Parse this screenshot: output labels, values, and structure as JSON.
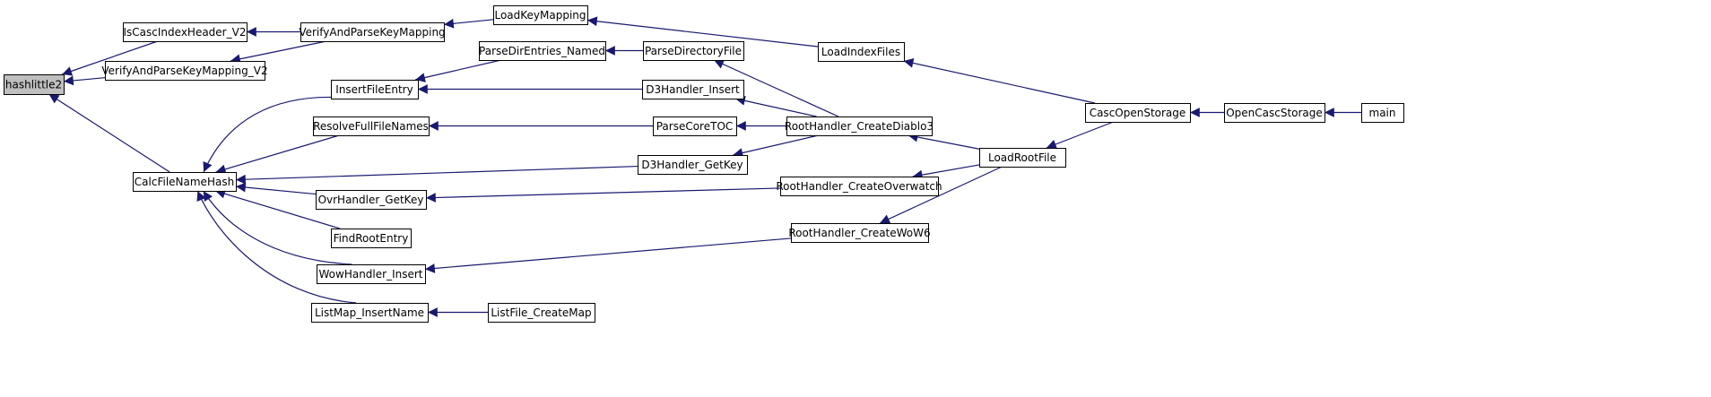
{
  "graph": {
    "edge_color": "#191970",
    "root_fill": "#bfbfbf",
    "nodes": [
      {
        "id": "hashlittle2",
        "label": "hashlittle2",
        "root": true
      },
      {
        "id": "IsCascIndexHeader_V2",
        "label": "IsCascIndexHeader_V2"
      },
      {
        "id": "VerifyAndParseKeyMapping_V2",
        "label": "VerifyAndParseKeyMapping_V2"
      },
      {
        "id": "CalcFileNameHash",
        "label": "CalcFileNameHash"
      },
      {
        "id": "VerifyAndParseKeyMapping",
        "label": "VerifyAndParseKeyMapping"
      },
      {
        "id": "LoadKeyMapping",
        "label": "LoadKeyMapping"
      },
      {
        "id": "LoadIndexFiles",
        "label": "LoadIndexFiles"
      },
      {
        "id": "InsertFileEntry",
        "label": "InsertFileEntry"
      },
      {
        "id": "ResolveFullFileNames",
        "label": "ResolveFullFileNames"
      },
      {
        "id": "OvrHandler_GetKey",
        "label": "OvrHandler_GetKey"
      },
      {
        "id": "FindRootEntry",
        "label": "FindRootEntry"
      },
      {
        "id": "WowHandler_Insert",
        "label": "WowHandler_Insert"
      },
      {
        "id": "ListMap_InsertName",
        "label": "ListMap_InsertName"
      },
      {
        "id": "ParseDirEntries_Named",
        "label": "ParseDirEntries_Named"
      },
      {
        "id": "ParseDirectoryFile",
        "label": "ParseDirectoryFile"
      },
      {
        "id": "D3Handler_Insert",
        "label": "D3Handler_Insert"
      },
      {
        "id": "ParseCoreTOC",
        "label": "ParseCoreTOC"
      },
      {
        "id": "D3Handler_GetKey",
        "label": "D3Handler_GetKey"
      },
      {
        "id": "ListFile_CreateMap",
        "label": "ListFile_CreateMap"
      },
      {
        "id": "RootHandler_CreateDiablo3",
        "label": "RootHandler_CreateDiablo3"
      },
      {
        "id": "RootHandler_CreateOverwatch",
        "label": "RootHandler_CreateOverwatch"
      },
      {
        "id": "RootHandler_CreateWoW6",
        "label": "RootHandler_CreateWoW6"
      },
      {
        "id": "LoadRootFile",
        "label": "LoadRootFile"
      },
      {
        "id": "CascOpenStorage",
        "label": "CascOpenStorage"
      },
      {
        "id": "OpenCascStorage",
        "label": "OpenCascStorage"
      },
      {
        "id": "main",
        "label": "main"
      }
    ],
    "edges": [
      {
        "from": "IsCascIndexHeader_V2",
        "to": "hashlittle2"
      },
      {
        "from": "VerifyAndParseKeyMapping_V2",
        "to": "hashlittle2"
      },
      {
        "from": "CalcFileNameHash",
        "to": "hashlittle2"
      },
      {
        "from": "VerifyAndParseKeyMapping",
        "to": "IsCascIndexHeader_V2"
      },
      {
        "from": "VerifyAndParseKeyMapping",
        "to": "VerifyAndParseKeyMapping_V2"
      },
      {
        "from": "LoadKeyMapping",
        "to": "VerifyAndParseKeyMapping"
      },
      {
        "from": "LoadIndexFiles",
        "to": "LoadKeyMapping"
      },
      {
        "from": "CascOpenStorage",
        "to": "LoadIndexFiles"
      },
      {
        "from": "OpenCascStorage",
        "to": "CascOpenStorage"
      },
      {
        "from": "main",
        "to": "OpenCascStorage"
      },
      {
        "from": "InsertFileEntry",
        "to": "CalcFileNameHash"
      },
      {
        "from": "ResolveFullFileNames",
        "to": "CalcFileNameHash"
      },
      {
        "from": "D3Handler_GetKey",
        "to": "CalcFileNameHash"
      },
      {
        "from": "OvrHandler_GetKey",
        "to": "CalcFileNameHash"
      },
      {
        "from": "FindRootEntry",
        "to": "CalcFileNameHash"
      },
      {
        "from": "WowHandler_Insert",
        "to": "CalcFileNameHash"
      },
      {
        "from": "ListMap_InsertName",
        "to": "CalcFileNameHash"
      },
      {
        "from": "ParseDirEntries_Named",
        "to": "InsertFileEntry"
      },
      {
        "from": "D3Handler_Insert",
        "to": "InsertFileEntry"
      },
      {
        "from": "ParseDirectoryFile",
        "to": "ParseDirEntries_Named"
      },
      {
        "from": "RootHandler_CreateDiablo3",
        "to": "ParseDirectoryFile"
      },
      {
        "from": "RootHandler_CreateDiablo3",
        "to": "D3Handler_Insert"
      },
      {
        "from": "ParseCoreTOC",
        "to": "ResolveFullFileNames"
      },
      {
        "from": "RootHandler_CreateDiablo3",
        "to": "ParseCoreTOC"
      },
      {
        "from": "RootHandler_CreateDiablo3",
        "to": "D3Handler_GetKey"
      },
      {
        "from": "RootHandler_CreateOverwatch",
        "to": "OvrHandler_GetKey"
      },
      {
        "from": "RootHandler_CreateWoW6",
        "to": "WowHandler_Insert"
      },
      {
        "from": "ListFile_CreateMap",
        "to": "ListMap_InsertName"
      },
      {
        "from": "LoadRootFile",
        "to": "RootHandler_CreateDiablo3"
      },
      {
        "from": "LoadRootFile",
        "to": "RootHandler_CreateOverwatch"
      },
      {
        "from": "LoadRootFile",
        "to": "RootHandler_CreateWoW6"
      },
      {
        "from": "CascOpenStorage",
        "to": "LoadRootFile"
      }
    ]
  }
}
